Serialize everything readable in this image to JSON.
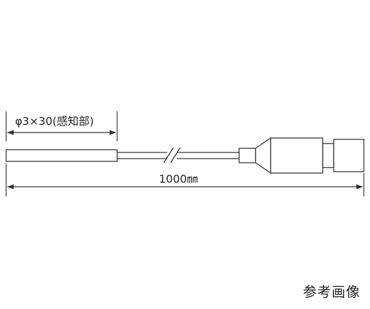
{
  "diagram": {
    "sensor_dimension_label": "φ3×30(感知部)",
    "total_length_label": "1000㎜"
  },
  "caption": "参考画像"
}
